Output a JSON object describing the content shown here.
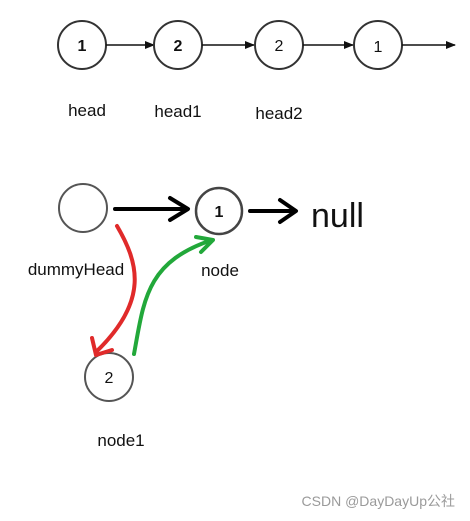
{
  "top_list": {
    "nodes": [
      {
        "value": "1",
        "bold": true
      },
      {
        "value": "2",
        "bold": true
      },
      {
        "value": "2",
        "bold": false
      },
      {
        "value": "1",
        "bold": false
      }
    ],
    "labels": [
      "head",
      "head1",
      "head2"
    ]
  },
  "bottom": {
    "dummy_label": "dummyHead",
    "node_value": "1",
    "node_label": "node",
    "null_text": "null",
    "node1_value": "2",
    "node1_label": "node1"
  },
  "colors": {
    "red_arrow": "#e02a2a",
    "green_arrow": "#22a83a"
  },
  "watermark": "CSDN @DayDayUp公社"
}
